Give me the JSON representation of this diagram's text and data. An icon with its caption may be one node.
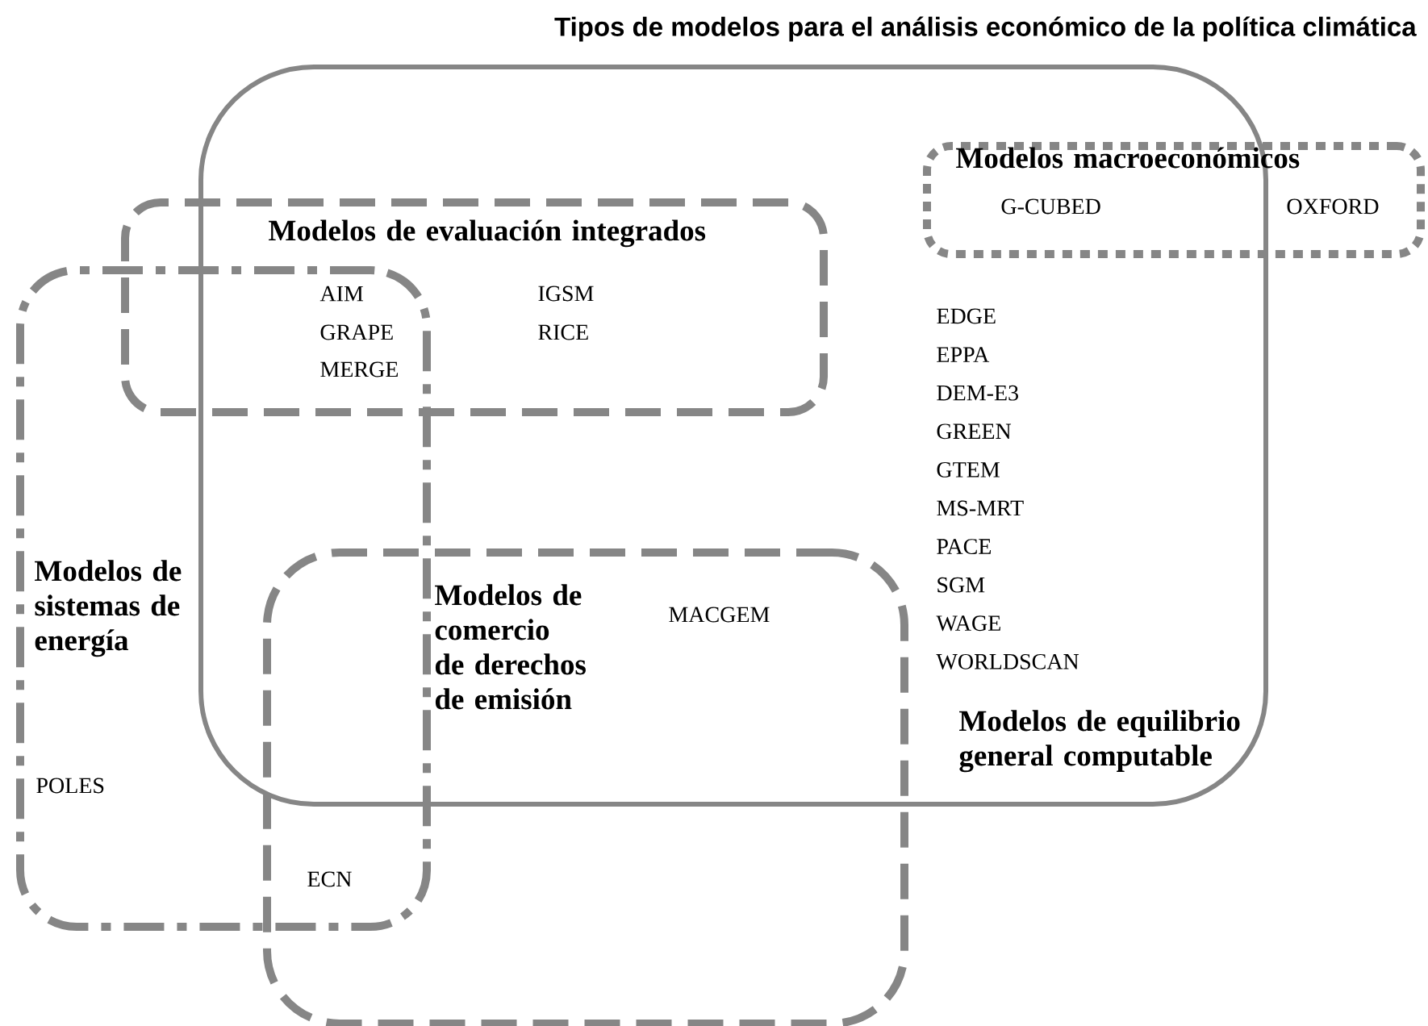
{
  "diagram": {
    "title": "Tipos de modelos para el análisis económico de la política climática",
    "nodes": [
      {
        "text": [
          "Modelos de equilibrio general computable"
        ]
      },
      {
        "text": [
          "Modelos macroeconómicos"
        ]
      },
      {
        "text": [
          "Modelos de evaluación integrados"
        ]
      },
      {
        "text": [
          "Modelos de sistemas de energía"
        ]
      },
      {
        "text": [
          "Modelos de comercio de derechos de emisión"
        ]
      }
    ],
    "labels": [
      "G-CUBED",
      "OXFORD",
      "AIM",
      "IGSM",
      "GRAPE",
      "RICE",
      "MERGE",
      "EDGE",
      "EPPA",
      "DEM-E3",
      "GREEN",
      "GTEM",
      "MS-MRT",
      "PACE",
      "SGM",
      "WAGE",
      "WORLDSCAN",
      "MACGEM",
      "POLES",
      "ECN"
    ]
  }
}
